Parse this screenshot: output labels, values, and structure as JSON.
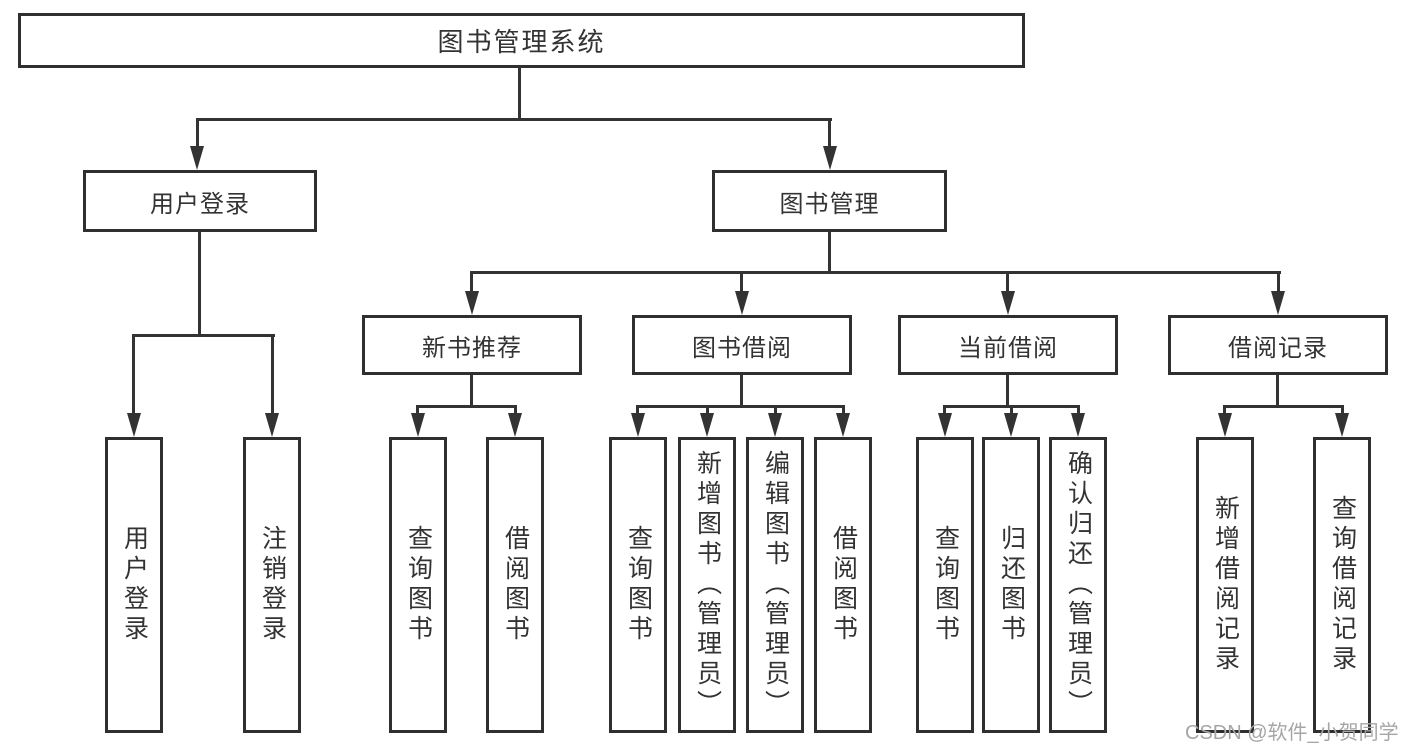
{
  "tree": {
    "label": "图书管理系统",
    "children": [
      {
        "label": "用户登录",
        "children": [
          {
            "label": "用户登录"
          },
          {
            "label": "注销登录"
          }
        ]
      },
      {
        "label": "图书管理",
        "children": [
          {
            "label": "新书推荐",
            "children": [
              {
                "label": "查询图书"
              },
              {
                "label": "借阅图书"
              }
            ]
          },
          {
            "label": "图书借阅",
            "children": [
              {
                "label": "查询图书"
              },
              {
                "label": "新增图书（管理员）"
              },
              {
                "label": "编辑图书（管理员）"
              },
              {
                "label": "借阅图书"
              }
            ]
          },
          {
            "label": "当前借阅",
            "children": [
              {
                "label": "查询图书"
              },
              {
                "label": "归还图书"
              },
              {
                "label": "确认归还（管理员）"
              }
            ]
          },
          {
            "label": "借阅记录",
            "children": [
              {
                "label": "新增借阅记录"
              },
              {
                "label": "查询借阅记录"
              }
            ]
          }
        ]
      }
    ]
  },
  "watermark": {
    "text": "CSDN @软件_小贺同学"
  },
  "colors": {
    "line": "#333333",
    "border": "#2f2f2f",
    "text": "#333333",
    "watermark": "#a6a6a6",
    "background": "#ffffff"
  }
}
